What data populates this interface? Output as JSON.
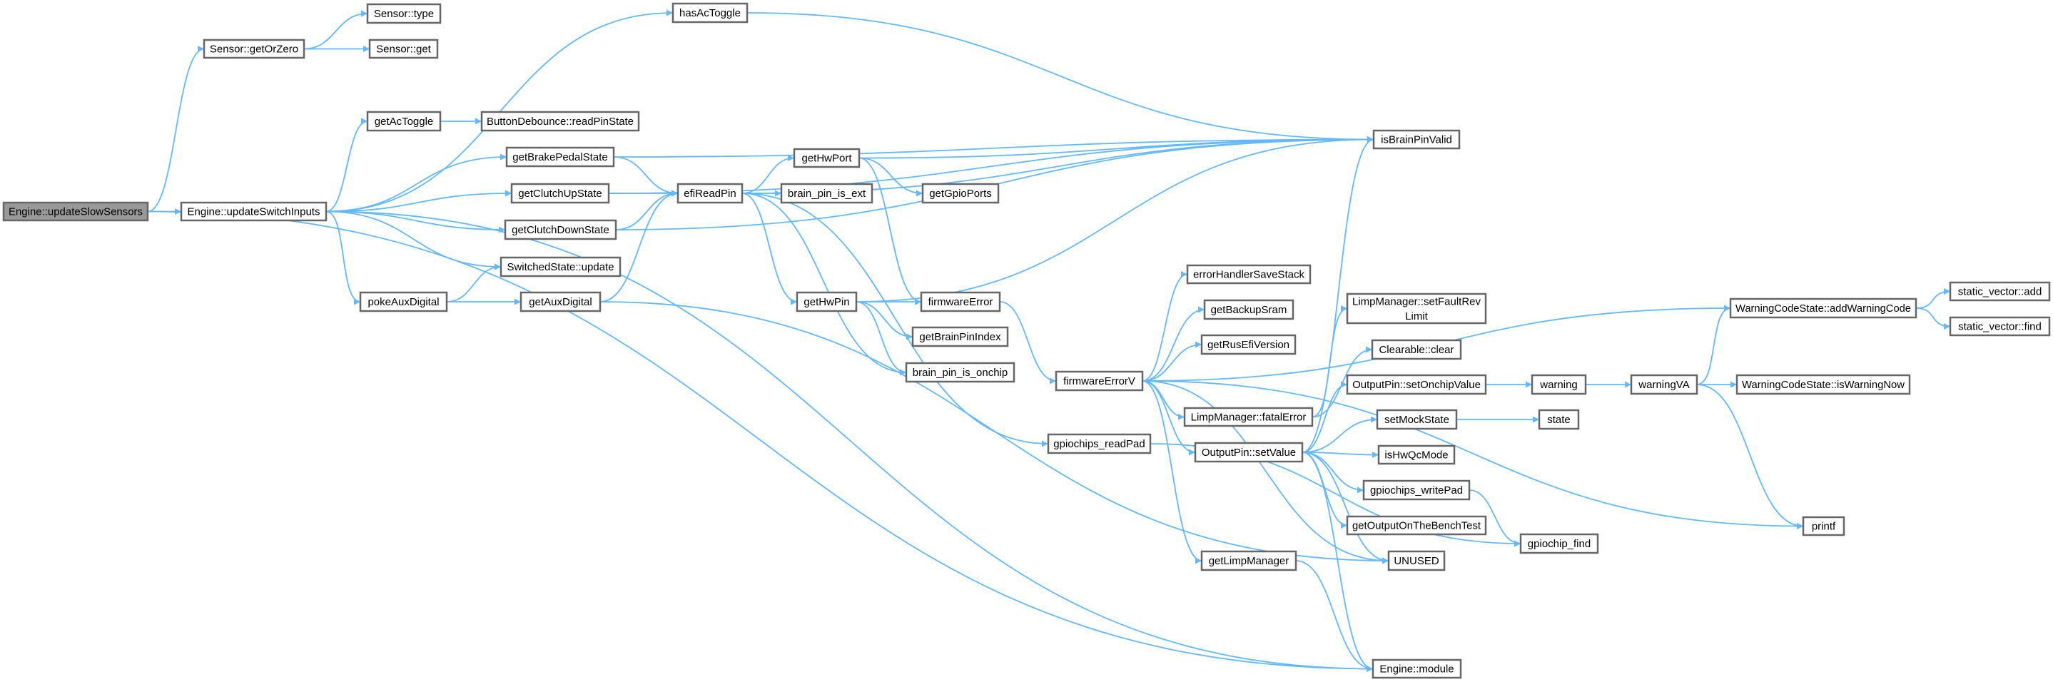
{
  "graph": {
    "colors": {
      "edge": "#63b8ff",
      "node_border": "#666666",
      "node_fill": "#ffffff",
      "root_fill": "#999999"
    },
    "nodes": [
      {
        "id": "updateSlowSensors",
        "label": [
          "Engine::updateSlowSensors"
        ],
        "highlighted": true
      },
      {
        "id": "updateSwitchInputs",
        "label": [
          "Engine::updateSwitchInputs"
        ]
      },
      {
        "id": "getOrZero",
        "label": [
          "Sensor::getOrZero"
        ]
      },
      {
        "id": "sensorType",
        "label": [
          "Sensor::type"
        ]
      },
      {
        "id": "sensorGet",
        "label": [
          "Sensor::get"
        ]
      },
      {
        "id": "hasAcToggle",
        "label": [
          "hasAcToggle"
        ]
      },
      {
        "id": "getAcToggle",
        "label": [
          "getAcToggle"
        ]
      },
      {
        "id": "readPinState",
        "label": [
          "ButtonDebounce::readPinState"
        ]
      },
      {
        "id": "getBrakePedalState",
        "label": [
          "getBrakePedalState"
        ]
      },
      {
        "id": "getClutchUpState",
        "label": [
          "getClutchUpState"
        ]
      },
      {
        "id": "getClutchDownState",
        "label": [
          "getClutchDownState"
        ]
      },
      {
        "id": "switchedUpdate",
        "label": [
          "SwitchedState::update"
        ]
      },
      {
        "id": "pokeAuxDigital",
        "label": [
          "pokeAuxDigital"
        ]
      },
      {
        "id": "getAuxDigital",
        "label": [
          "getAuxDigital"
        ]
      },
      {
        "id": "efiReadPin",
        "label": [
          "efiReadPin"
        ]
      },
      {
        "id": "getHwPort",
        "label": [
          "getHwPort"
        ]
      },
      {
        "id": "brainPinIsExt",
        "label": [
          "brain_pin_is_ext"
        ]
      },
      {
        "id": "getGpioPorts",
        "label": [
          "getGpioPorts"
        ]
      },
      {
        "id": "getHwPin",
        "label": [
          "getHwPin"
        ]
      },
      {
        "id": "firmwareError",
        "label": [
          "firmwareError"
        ]
      },
      {
        "id": "getBrainPinIndex",
        "label": [
          "getBrainPinIndex"
        ]
      },
      {
        "id": "brainPinIsOnchip",
        "label": [
          "brain_pin_is_onchip"
        ]
      },
      {
        "id": "gpiochipsReadPad",
        "label": [
          "gpiochips_readPad"
        ]
      },
      {
        "id": "isBrainPinValid",
        "label": [
          "isBrainPinValid"
        ]
      },
      {
        "id": "firmwareErrorV",
        "label": [
          "firmwareErrorV"
        ]
      },
      {
        "id": "errorHandlerSaveStack",
        "label": [
          "errorHandlerSaveStack"
        ]
      },
      {
        "id": "getBackupSram",
        "label": [
          "getBackupSram"
        ]
      },
      {
        "id": "getRusEfiVersion",
        "label": [
          "getRusEfiVersion"
        ]
      },
      {
        "id": "fatalError",
        "label": [
          "LimpManager::fatalError"
        ]
      },
      {
        "id": "setValue",
        "label": [
          "OutputPin::setValue"
        ]
      },
      {
        "id": "getLimpManager",
        "label": [
          "getLimpManager"
        ]
      },
      {
        "id": "setFaultRevLimit",
        "label": [
          "LimpManager::setFaultRev",
          "Limit"
        ]
      },
      {
        "id": "clearableClear",
        "label": [
          "Clearable::clear"
        ]
      },
      {
        "id": "setOnchipValue",
        "label": [
          "OutputPin::setOnchipValue"
        ]
      },
      {
        "id": "setMockState",
        "label": [
          "setMockState"
        ]
      },
      {
        "id": "isHwQcMode",
        "label": [
          "isHwQcMode"
        ]
      },
      {
        "id": "gpiochipsWritePad",
        "label": [
          "gpiochips_writePad"
        ]
      },
      {
        "id": "getOutputOnTheBenchTest",
        "label": [
          "getOutputOnTheBenchTest"
        ]
      },
      {
        "id": "unused",
        "label": [
          "UNUSED"
        ]
      },
      {
        "id": "engineModule",
        "label": [
          "Engine::module"
        ]
      },
      {
        "id": "warning",
        "label": [
          "warning"
        ]
      },
      {
        "id": "state",
        "label": [
          "state"
        ]
      },
      {
        "id": "gpiochipFind",
        "label": [
          "gpiochip_find"
        ]
      },
      {
        "id": "warningVA",
        "label": [
          "warningVA"
        ]
      },
      {
        "id": "addWarningCode",
        "label": [
          "WarningCodeState::addWarningCode"
        ]
      },
      {
        "id": "isWarningNow",
        "label": [
          "WarningCodeState::isWarningNow"
        ]
      },
      {
        "id": "printf",
        "label": [
          "printf"
        ]
      },
      {
        "id": "staticVectorAdd",
        "label": [
          "static_vector::add"
        ]
      },
      {
        "id": "staticVectorFind",
        "label": [
          "static_vector::find"
        ]
      }
    ],
    "edges": [
      [
        "updateSlowSensors",
        "getOrZero"
      ],
      [
        "updateSlowSensors",
        "updateSwitchInputs"
      ],
      [
        "updateSlowSensors",
        "engineModule"
      ],
      [
        "getOrZero",
        "sensorType"
      ],
      [
        "getOrZero",
        "sensorGet"
      ],
      [
        "updateSwitchInputs",
        "hasAcToggle"
      ],
      [
        "updateSwitchInputs",
        "getAcToggle"
      ],
      [
        "updateSwitchInputs",
        "getBrakePedalState"
      ],
      [
        "updateSwitchInputs",
        "getClutchUpState"
      ],
      [
        "updateSwitchInputs",
        "getClutchDownState"
      ],
      [
        "updateSwitchInputs",
        "switchedUpdate"
      ],
      [
        "updateSwitchInputs",
        "pokeAuxDigital"
      ],
      [
        "updateSwitchInputs",
        "engineModule"
      ],
      [
        "getAcToggle",
        "readPinState"
      ],
      [
        "hasAcToggle",
        "isBrainPinValid"
      ],
      [
        "getBrakePedalState",
        "efiReadPin"
      ],
      [
        "getBrakePedalState",
        "isBrainPinValid"
      ],
      [
        "getClutchUpState",
        "efiReadPin"
      ],
      [
        "getClutchUpState",
        "isBrainPinValid"
      ],
      [
        "getClutchDownState",
        "efiReadPin"
      ],
      [
        "getClutchDownState",
        "isBrainPinValid"
      ],
      [
        "pokeAuxDigital",
        "switchedUpdate"
      ],
      [
        "pokeAuxDigital",
        "getAuxDigital"
      ],
      [
        "getAuxDigital",
        "efiReadPin"
      ],
      [
        "getAuxDigital",
        "unused"
      ],
      [
        "efiReadPin",
        "getHwPort"
      ],
      [
        "efiReadPin",
        "brainPinIsExt"
      ],
      [
        "efiReadPin",
        "getHwPin"
      ],
      [
        "efiReadPin",
        "brainPinIsOnchip"
      ],
      [
        "efiReadPin",
        "gpiochipsReadPad"
      ],
      [
        "efiReadPin",
        "isBrainPinValid"
      ],
      [
        "getHwPort",
        "isBrainPinValid"
      ],
      [
        "getHwPort",
        "getGpioPorts"
      ],
      [
        "getHwPort",
        "firmwareError"
      ],
      [
        "getHwPin",
        "firmwareError"
      ],
      [
        "getHwPin",
        "getBrainPinIndex"
      ],
      [
        "getHwPin",
        "brainPinIsOnchip"
      ],
      [
        "getHwPin",
        "isBrainPinValid"
      ],
      [
        "firmwareError",
        "firmwareErrorV"
      ],
      [
        "firmwareErrorV",
        "errorHandlerSaveStack"
      ],
      [
        "firmwareErrorV",
        "getBackupSram"
      ],
      [
        "firmwareErrorV",
        "getRusEfiVersion"
      ],
      [
        "firmwareErrorV",
        "fatalError"
      ],
      [
        "firmwareErrorV",
        "setValue"
      ],
      [
        "firmwareErrorV",
        "getLimpManager"
      ],
      [
        "firmwareErrorV",
        "addWarningCode"
      ],
      [
        "firmwareErrorV",
        "printf"
      ],
      [
        "firmwareErrorV",
        "unused"
      ],
      [
        "gpiochipsReadPad",
        "gpiochipFind"
      ],
      [
        "getLimpManager",
        "engineModule"
      ],
      [
        "fatalError",
        "setFaultRevLimit"
      ],
      [
        "fatalError",
        "clearableClear"
      ],
      [
        "setValue",
        "isBrainPinValid"
      ],
      [
        "setValue",
        "setOnchipValue"
      ],
      [
        "setValue",
        "setMockState"
      ],
      [
        "setValue",
        "isHwQcMode"
      ],
      [
        "setValue",
        "gpiochipsWritePad"
      ],
      [
        "setValue",
        "getOutputOnTheBenchTest"
      ],
      [
        "setValue",
        "unused"
      ],
      [
        "setValue",
        "engineModule"
      ],
      [
        "setOnchipValue",
        "warning"
      ],
      [
        "warning",
        "warningVA"
      ],
      [
        "warningVA",
        "isWarningNow"
      ],
      [
        "warningVA",
        "addWarningCode"
      ],
      [
        "warningVA",
        "printf"
      ],
      [
        "setMockState",
        "state"
      ],
      [
        "gpiochipsWritePad",
        "gpiochipFind"
      ],
      [
        "addWarningCode",
        "staticVectorAdd"
      ],
      [
        "addWarningCode",
        "staticVectorFind"
      ]
    ]
  }
}
